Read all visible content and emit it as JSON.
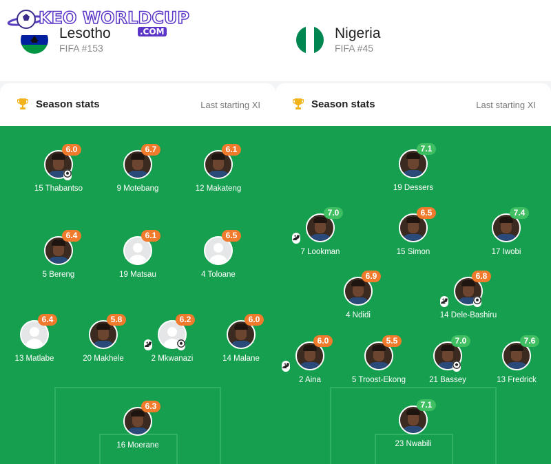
{
  "watermark": {
    "line1": "KEO WORLDCUP",
    "line2": ".COM"
  },
  "teams": [
    {
      "name": "Lesotho",
      "rank": "FIFA #153",
      "card": {
        "title": "Season stats",
        "subtitle": "Last starting XI"
      },
      "colors": {
        "rating_low": "#f07b2c",
        "rating_high": "#3fbe62",
        "pitch": "#169f4f"
      },
      "players": [
        {
          "name": "15 Thabantso",
          "rating": "6.0",
          "photo": true,
          "goals": "1"
        },
        {
          "name": "9 Motebang",
          "rating": "6.7",
          "photo": true
        },
        {
          "name": "12 Makateng",
          "rating": "6.1",
          "photo": true
        },
        {
          "name": "5 Bereng",
          "rating": "6.4",
          "photo": true
        },
        {
          "name": "19 Matsau",
          "rating": "6.1",
          "photo": false
        },
        {
          "name": "4 Toloane",
          "rating": "6.5",
          "photo": false
        },
        {
          "name": "13 Matlabe",
          "rating": "6.4",
          "photo": false
        },
        {
          "name": "20 Makhele",
          "rating": "5.8",
          "photo": true
        },
        {
          "name": "2 Mkwanazi",
          "rating": "6.2",
          "photo": false,
          "assists": "1",
          "goals": "1"
        },
        {
          "name": "14 Malane",
          "rating": "6.0",
          "photo": true
        },
        {
          "name": "16 Moerane",
          "rating": "6.3",
          "photo": true
        }
      ]
    },
    {
      "name": "Nigeria",
      "rank": "FIFA #45",
      "card": {
        "title": "Season stats",
        "subtitle": "Last starting XI"
      },
      "players": [
        {
          "name": "19 Dessers",
          "rating": "7.1",
          "photo": true
        },
        {
          "name": "7 Lookman",
          "rating": "7.0",
          "photo": true,
          "assists": "1"
        },
        {
          "name": "15 Simon",
          "rating": "6.5",
          "photo": true
        },
        {
          "name": "17 Iwobi",
          "rating": "7.4",
          "photo": true
        },
        {
          "name": "4 Ndidi",
          "rating": "6.9",
          "photo": true
        },
        {
          "name": "14 Dele-Bashiru",
          "rating": "6.8",
          "photo": true,
          "assists": "1",
          "goals": "1"
        },
        {
          "name": "2 Aina",
          "rating": "6.0",
          "photo": true,
          "assists": "1"
        },
        {
          "name": "5 Troost-Ekong",
          "rating": "5.5",
          "photo": true
        },
        {
          "name": "21 Bassey",
          "rating": "7.0",
          "photo": true,
          "goals": "1"
        },
        {
          "name": "13 Fredrick",
          "rating": "7.6",
          "photo": true
        },
        {
          "name": "23 Nwabili",
          "rating": "7.1",
          "photo": true
        }
      ]
    }
  ]
}
